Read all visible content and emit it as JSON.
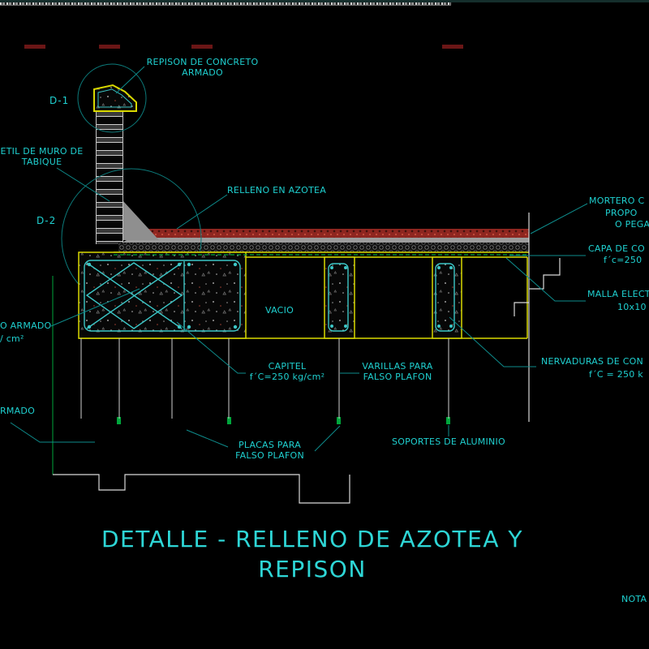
{
  "drawing": {
    "title": {
      "line1": "DETALLE - RELLENO DE AZOTEA Y",
      "line2": "REPISON"
    },
    "note": "NOTA",
    "detail_markers": {
      "d1": "D-1",
      "d2": "D-2"
    },
    "labels": {
      "repison": {
        "line1": "REPISON DE CONCRETO",
        "line2": "ARMADO"
      },
      "muro": {
        "line1": "ETIL DE MURO DE",
        "line2": "TABIQUE"
      },
      "relleno": {
        "line1": "RELLENO EN AZOTEA"
      },
      "mortero": {
        "line1": "MORTERO C",
        "line2": "PROPO",
        "line3": "O PEGA"
      },
      "capa": {
        "line1": "CAPA DE CO",
        "line2": "f´c=250"
      },
      "malla": {
        "line1": "MALLA ELECT",
        "line2": "10x10"
      },
      "nervaduras": {
        "line1": "NERVADURAS DE CON",
        "line2": "f´C = 250 k"
      },
      "vacio": {
        "line1": "VACIO"
      },
      "capitel": {
        "line1": "CAPITEL",
        "line2": "f´C=250 kg/cm²"
      },
      "varillas": {
        "line1": "VARILLAS PARA",
        "line2": "FALSO PLAFON"
      },
      "trabe": {
        "line1": "O ARMADO",
        "line2": "/ cm²"
      },
      "armado": {
        "line1": "RMADO"
      },
      "placas": {
        "line1": "PLACAS PARA",
        "line2": "FALSO PLAFON"
      },
      "soportes": {
        "line1": "SOPORTES DE ALUMINIO"
      }
    },
    "colors": {
      "text": "#1fd0d0",
      "leader": "#0e8c8c",
      "structure_yellow": "#d9d900",
      "rebar_cyan": "#3cc6c6",
      "mesh_green": "#00a63c",
      "brick_red": "#8f2620",
      "outline_white": "#d9d9d9",
      "background": "#000000"
    }
  }
}
